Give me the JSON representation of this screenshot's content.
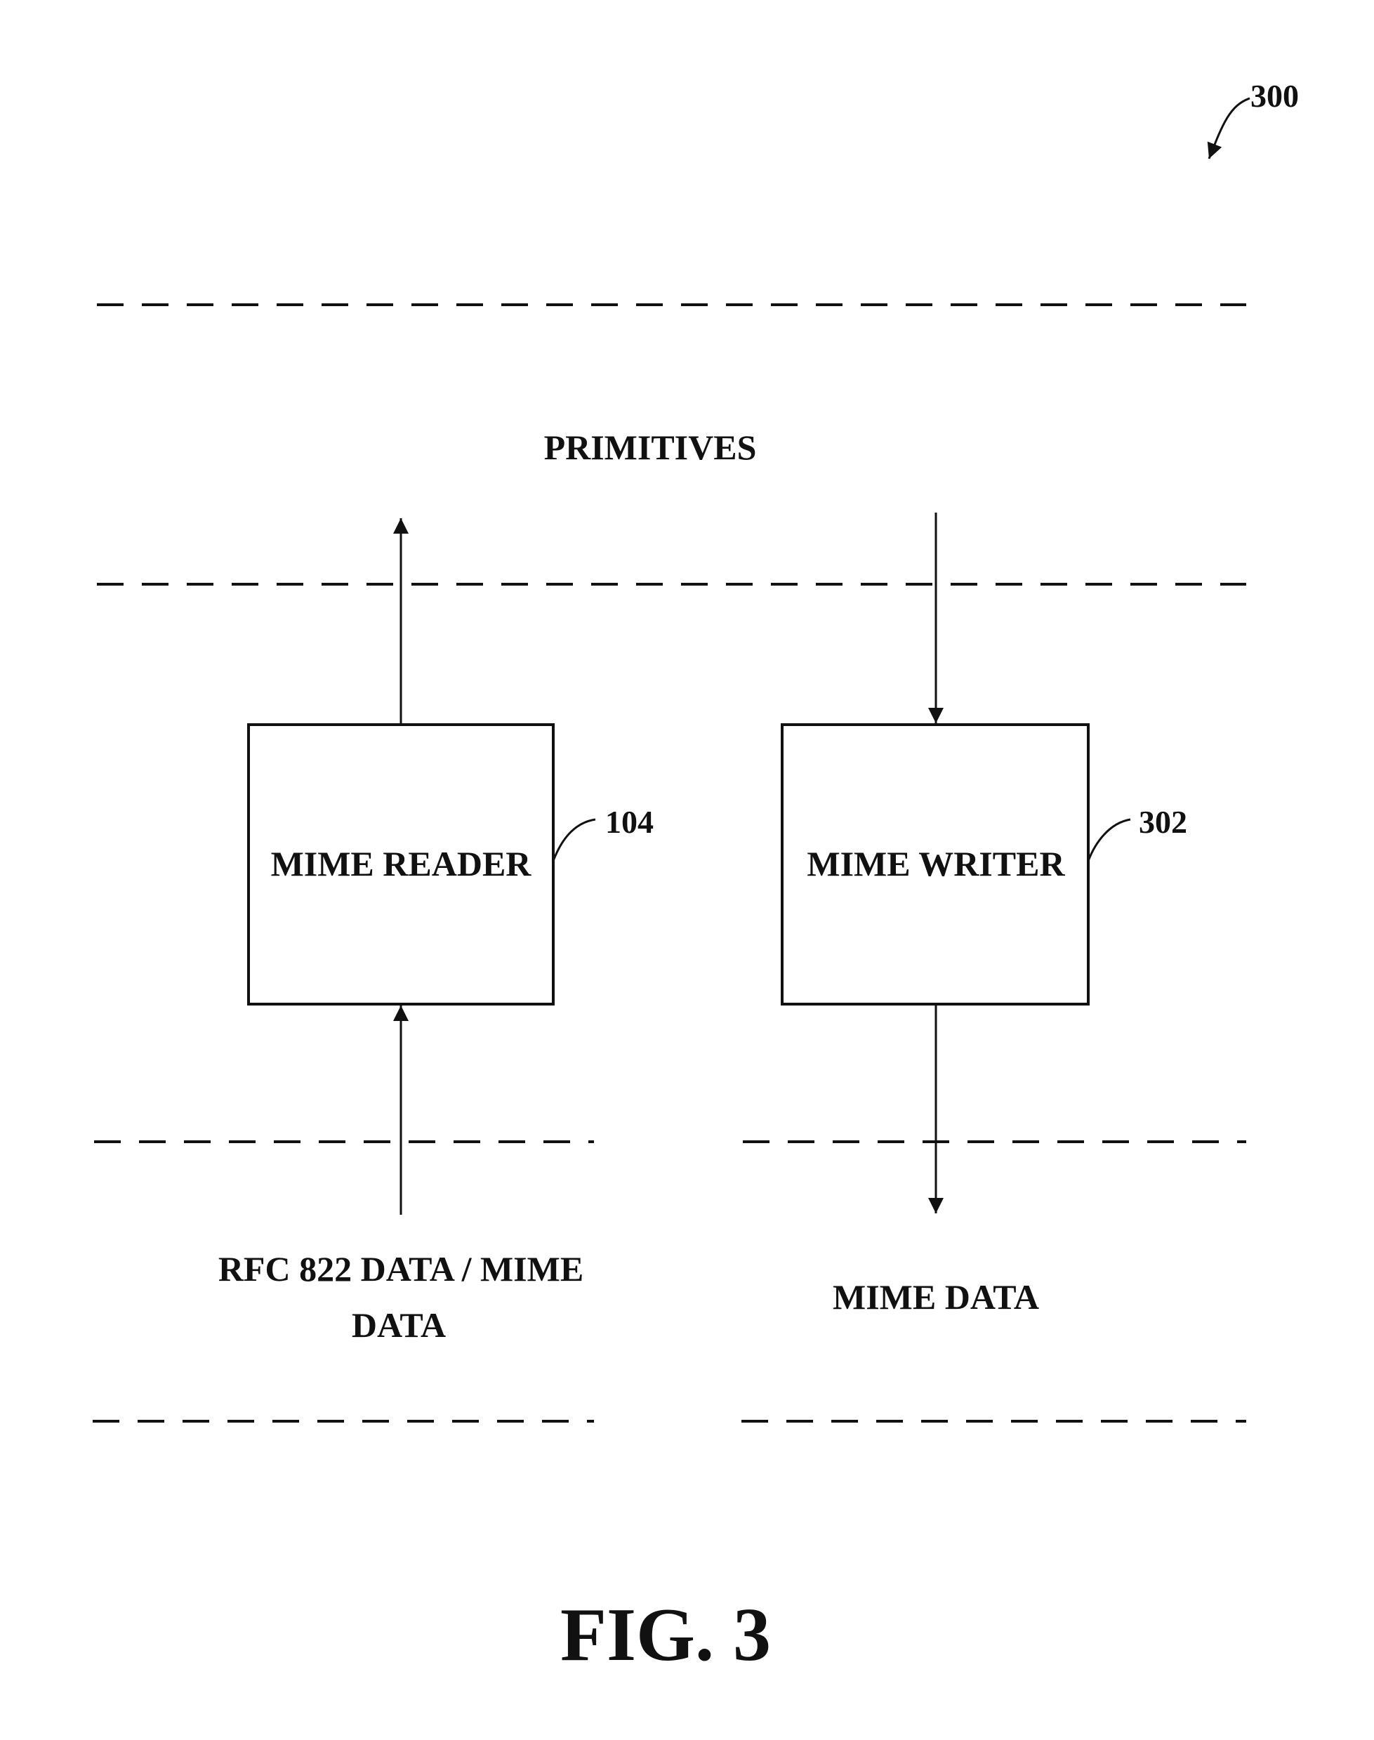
{
  "figure": {
    "ref_number": "300",
    "caption": "FIG. 3"
  },
  "layers": {
    "top_label": "PRIMITIVES",
    "bottom_left_label_line1": "RFC 822 DATA / MIME",
    "bottom_left_label_line2": "DATA",
    "bottom_right_label": "MIME DATA"
  },
  "blocks": [
    {
      "id": "mime-reader",
      "label": "MIME READER",
      "ref": "104"
    },
    {
      "id": "mime-writer",
      "label": "MIME WRITER",
      "ref": "302"
    }
  ],
  "flows": [
    {
      "from": "RFC 822 DATA / MIME DATA",
      "to": "MIME READER"
    },
    {
      "from": "MIME READER",
      "to": "PRIMITIVES"
    },
    {
      "from": "PRIMITIVES",
      "to": "MIME WRITER"
    },
    {
      "from": "MIME WRITER",
      "to": "MIME DATA"
    }
  ]
}
